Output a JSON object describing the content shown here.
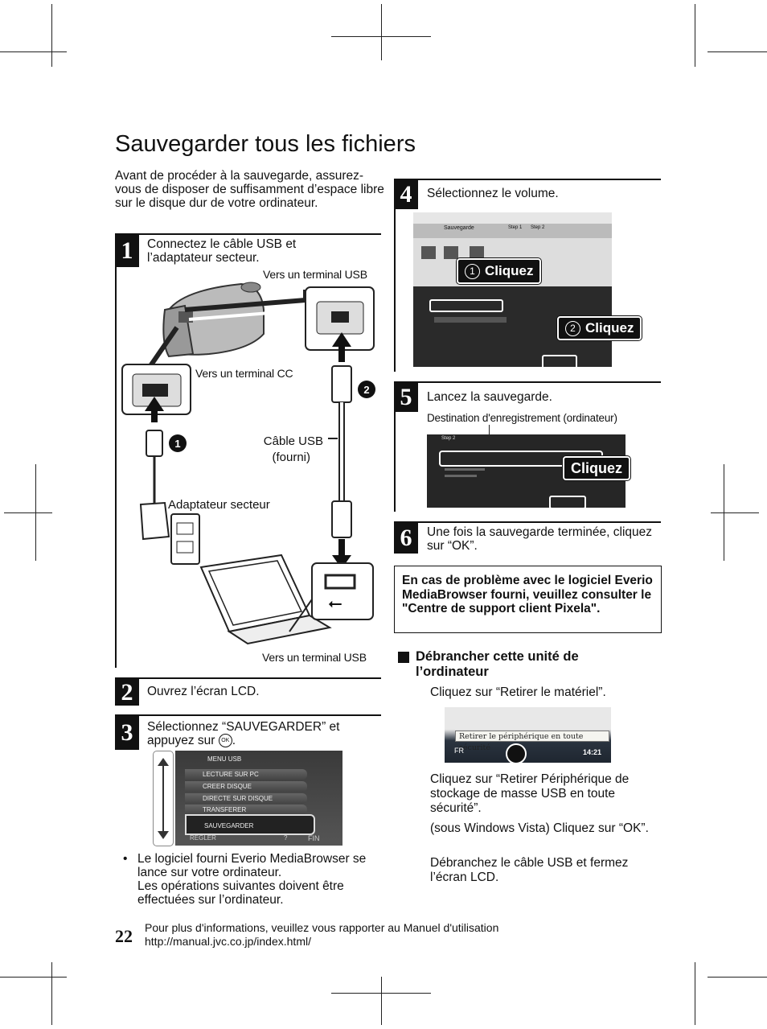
{
  "page": {
    "title": "Sauvegarder tous les fichiers",
    "intro": "Avant de procéder à la sauvegarde, assurez-vous de disposer de suffisamment d’espace libre sur le disque dur de votre ordinateur.",
    "page_number": "22",
    "footer_line1": "Pour plus d'informations, veuillez vous rapporter au Manuel d'utilisation",
    "footer_line2": "http://manual.jvc.co.jp/index.html/"
  },
  "step1": {
    "number": "1",
    "text": "Connectez le câble USB et l’adaptateur secteur.",
    "usb_terminal_top": "Vers un terminal USB",
    "cc_terminal": "Vers un terminal CC",
    "usb_cable": "Câble USB",
    "usb_cable_sub": "(fourni)",
    "adapter": "Adaptateur secteur",
    "usb_terminal_bottom": "Vers un terminal USB",
    "badge1": "1",
    "badge2": "2"
  },
  "step2": {
    "number": "2",
    "text": "Ouvrez l’écran LCD."
  },
  "step3": {
    "number": "3",
    "text_before": "Sélectionnez “SAUVEGARDER” et appuyez sur",
    "ok_symbol": "OK",
    "text_after": ".",
    "menu": {
      "header": "MENU USB",
      "items": [
        "LECTURE SUR PC",
        "CREER DISQUE",
        "DIRECTE SUR DISQUE",
        "TRANSFERER",
        "SAUVEGARDER"
      ],
      "left_button": "REGLER",
      "help_button": "?",
      "right_button": "FIN"
    },
    "bullet": "•",
    "bullet_line1": "Le logiciel fourni Everio MediaBrowser se lance sur votre ordinateur.",
    "bullet_line2": "Les opérations suivantes doivent être effectuées sur l’ordinateur."
  },
  "step4": {
    "number": "4",
    "text": "Sélectionnez le volume.",
    "callout1_num": "1",
    "callout1": "Cliquez",
    "callout2_num": "2",
    "callout2": "Cliquez",
    "screen_tab": "Sauvegarde",
    "screen_step1": "Step 1",
    "screen_step2": "Step 2"
  },
  "step5": {
    "number": "5",
    "text": "Lancez la sauvegarde.",
    "destination": "Destination d'enregistrement (ordinateur)",
    "callout": "Cliquez",
    "screen_step": "Step 2"
  },
  "step6": {
    "number": "6",
    "text": "Une fois la sauvegarde terminée, cliquez sur “OK”."
  },
  "notice": "En cas de problème avec le logiciel Everio MediaBrowser fourni, veuillez consulter le \"Centre de support client Pixela\".",
  "disconnect": {
    "heading": "Débrancher cette unité de l’ordinateur",
    "instr1": "Cliquez sur “Retirer le matériel”.",
    "taskbar_tooltip": "Retirer le périphérique en toute sécurité",
    "taskbar_lang": "FR",
    "taskbar_time": "14:21",
    "instr2": "Cliquez sur “Retirer Périphérique de stockage de masse USB en toute sécurité”.",
    "instr3": "(sous Windows Vista) Cliquez sur “OK”.",
    "instr4": "Débranchez le câble USB et fermez l’écran LCD."
  }
}
